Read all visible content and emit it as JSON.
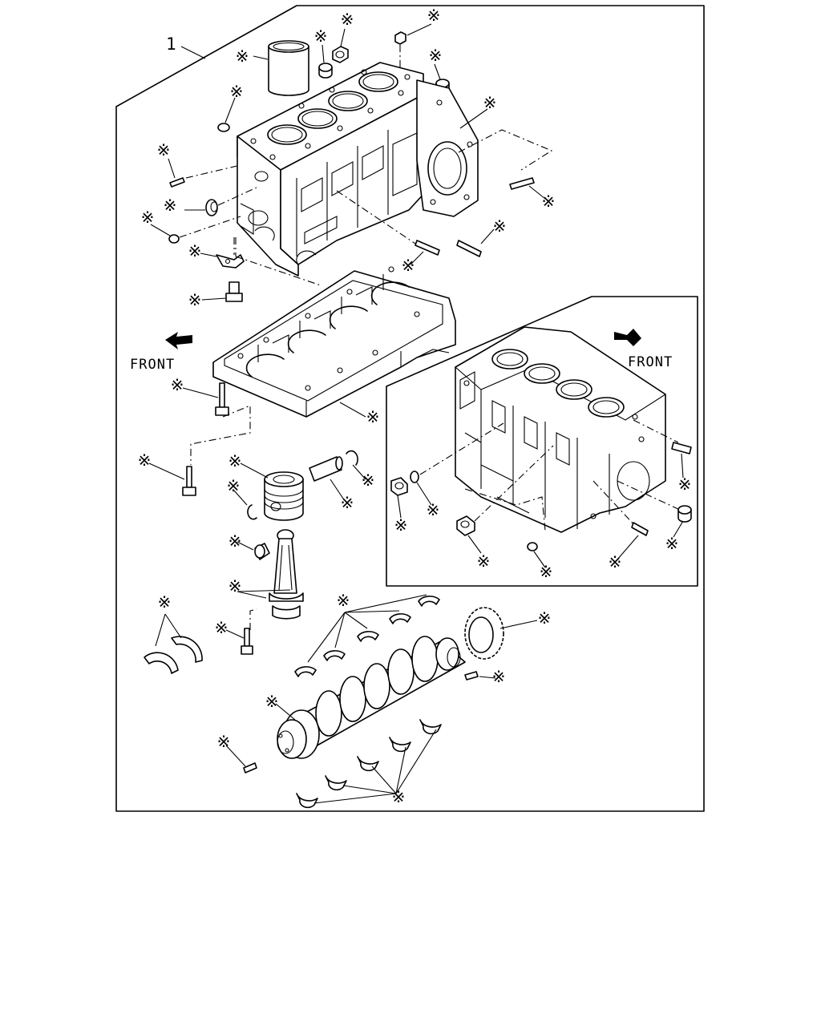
{
  "diagram": {
    "callout_number": "1",
    "marker_symbol": "※",
    "front_label_main": "FRONT",
    "front_label_inset": "FRONT",
    "arrow_icon": "front-arrow-icon"
  }
}
